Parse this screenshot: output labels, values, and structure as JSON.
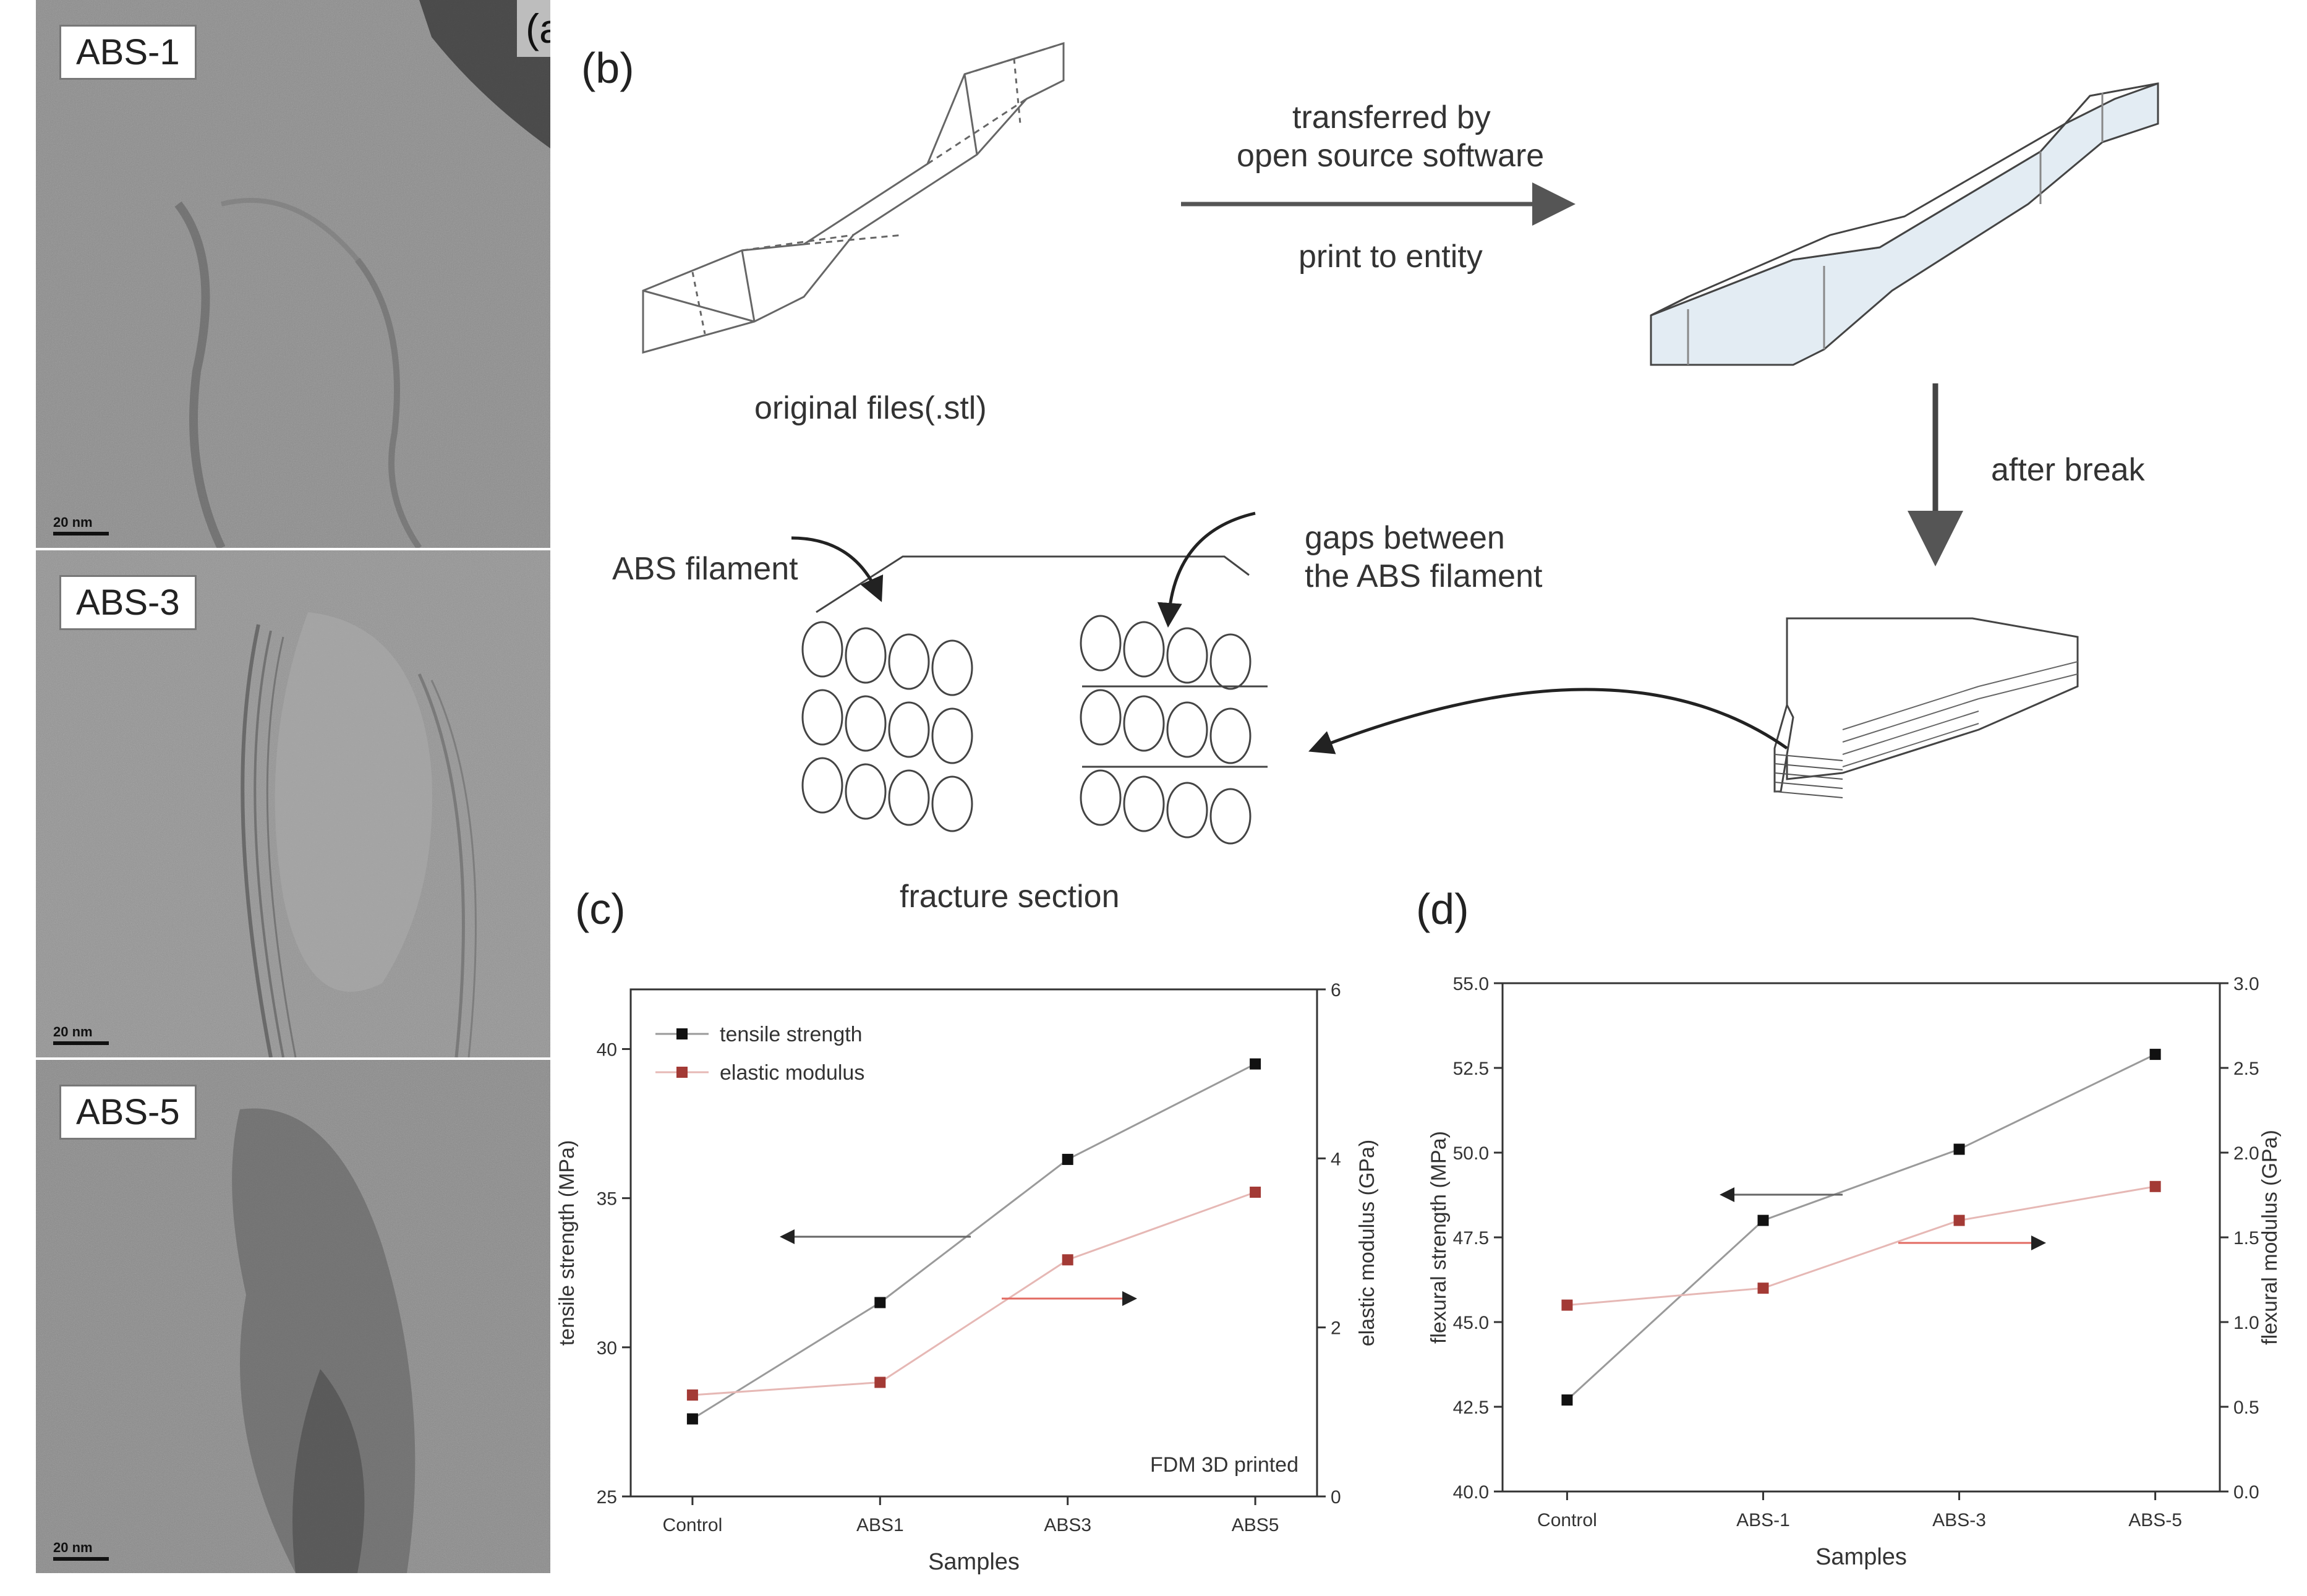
{
  "panel_a": {
    "label": "(a)",
    "images": [
      {
        "label": "ABS-1",
        "scale": "20 nm"
      },
      {
        "label": "ABS-3",
        "scale": "20 nm"
      },
      {
        "label": "ABS-5",
        "scale": "20 nm"
      }
    ]
  },
  "panel_b": {
    "label": "(b)",
    "original_files": "original files(.stl)",
    "arrow_top_line1": "transferred by",
    "arrow_top_line2": "open source software",
    "arrow_bottom": "print to entity",
    "after_break": "after break",
    "abs_filament": "ABS filament",
    "gaps_line1": "gaps between",
    "gaps_line2": "the ABS filament",
    "fracture_section": "fracture section"
  },
  "chart_data": [
    {
      "panel": "(c)",
      "type": "line",
      "categories": [
        "Control",
        "ABS1",
        "ABS3",
        "ABS5"
      ],
      "xlabel": "Samples",
      "ylabel": "tensile strength (MPa)",
      "ylim": [
        25,
        42
      ],
      "yticks": [
        25,
        30,
        35,
        40
      ],
      "y2label": "elastic modulus (GPa)",
      "y2lim": [
        0,
        6
      ],
      "y2ticks": [
        0,
        2,
        4,
        6
      ],
      "annotation": "FDM 3D printed",
      "legend_position": "top-left",
      "series": [
        {
          "name": "tensile strength",
          "axis": "left",
          "values": [
            27.6,
            31.5,
            36.3,
            39.5
          ],
          "color": "#111111"
        },
        {
          "name": "elastic modulus",
          "axis": "right",
          "values": [
            1.2,
            1.35,
            2.8,
            3.6
          ],
          "color": "#a33a35"
        }
      ]
    },
    {
      "panel": "(d)",
      "type": "line",
      "categories": [
        "Control",
        "ABS-1",
        "ABS-3",
        "ABS-5"
      ],
      "xlabel": "Samples",
      "ylabel": "flexural strength (MPa)",
      "ylim": [
        40.0,
        55.0
      ],
      "yticks": [
        "40.0",
        "42.5",
        "45.0",
        "47.5",
        "50.0",
        "52.5",
        "55.0"
      ],
      "y2label": "flexural modulus (GPa)",
      "y2lim": [
        0.0,
        3.0
      ],
      "y2ticks": [
        "0.0",
        "0.5",
        "1.0",
        "1.5",
        "2.0",
        "2.5",
        "3.0"
      ],
      "series": [
        {
          "axis": "left",
          "values": [
            42.7,
            48.0,
            50.1,
            52.9
          ],
          "color": "#111111"
        },
        {
          "axis": "right",
          "values": [
            1.1,
            1.2,
            1.6,
            1.8
          ],
          "color": "#a33a35"
        }
      ]
    }
  ]
}
